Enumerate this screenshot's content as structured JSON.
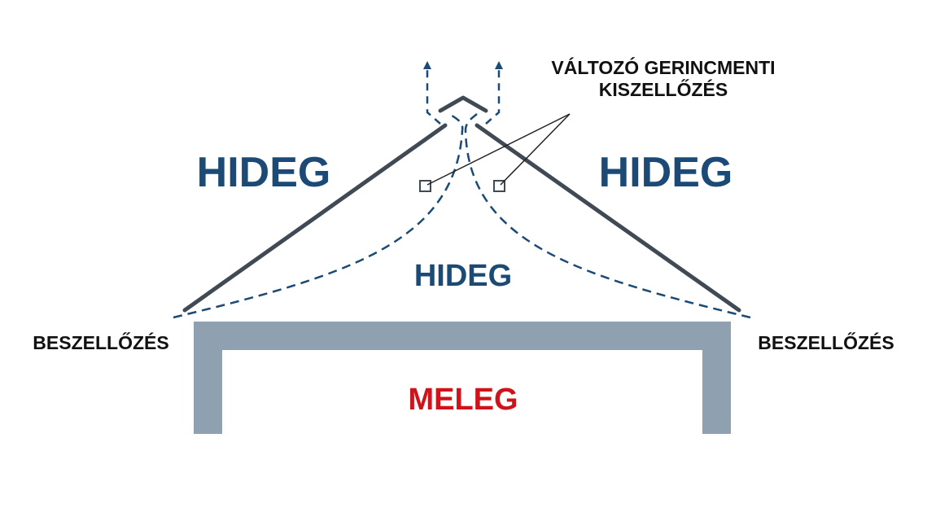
{
  "labels": {
    "ridge_vent_line1": "VÁLTOZÓ GERINCMENTI",
    "ridge_vent_line2": "KISZELLŐZÉS",
    "cold_left": "HIDEG",
    "cold_right": "HIDEG",
    "cold_attic": "HIDEG",
    "warm_interior": "MELEG",
    "eave_vent_left": "BESZELLŐZÉS",
    "eave_vent_right": "BESZELLŐZÉS"
  },
  "colors": {
    "cold_text": "#1a4a75",
    "warm_text": "#d0121b",
    "label_text": "#111111",
    "roof_line": "#3f4a55",
    "airflow": "#1a4a75",
    "wall_fill": "#8fa1b0"
  }
}
